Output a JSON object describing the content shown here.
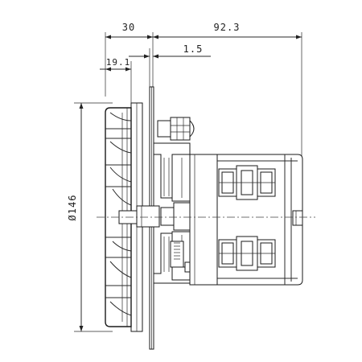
{
  "dimensions": {
    "overall_depth": "92.3",
    "flange_offset": "30",
    "impeller_width": "19.1",
    "plate_thickness": "1.5",
    "diameter": "Ø146"
  },
  "colors": {
    "line": "#1a1a1a",
    "background": "#ffffff"
  }
}
